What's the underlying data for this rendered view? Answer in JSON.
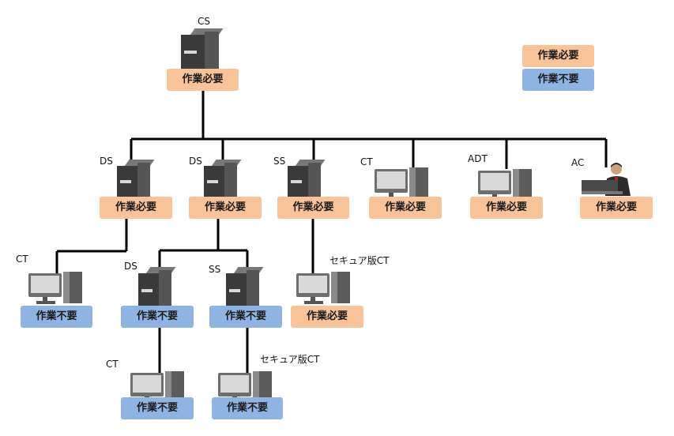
{
  "legend": {
    "required": "作業必要",
    "not_required": "作業不要"
  },
  "nodes": {
    "cs": {
      "label": "CS",
      "status": "作業必要"
    },
    "ds1": {
      "label": "DS",
      "status": "作業必要"
    },
    "ds2": {
      "label": "DS",
      "status": "作業必要"
    },
    "ss1": {
      "label": "SS",
      "status": "作業必要"
    },
    "ct1": {
      "label": "CT",
      "status": "作業必要"
    },
    "adt": {
      "label": "ADT",
      "status": "作業必要"
    },
    "ac": {
      "label": "AC",
      "status": "作業必要"
    },
    "ct2": {
      "label": "CT",
      "status": "作業不要"
    },
    "ds3": {
      "label": "DS",
      "status": "作業不要"
    },
    "ss2": {
      "label": "SS",
      "status": "作業不要"
    },
    "sct1": {
      "label": "セキュア版CT",
      "status": "作業必要"
    },
    "ct3": {
      "label": "CT",
      "status": "作業不要"
    },
    "sct2": {
      "label": "セキュア版CT",
      "status": "作業不要"
    }
  },
  "colors": {
    "required": "#f9c39a",
    "not_required": "#8fb4e3",
    "line": "#000000"
  }
}
